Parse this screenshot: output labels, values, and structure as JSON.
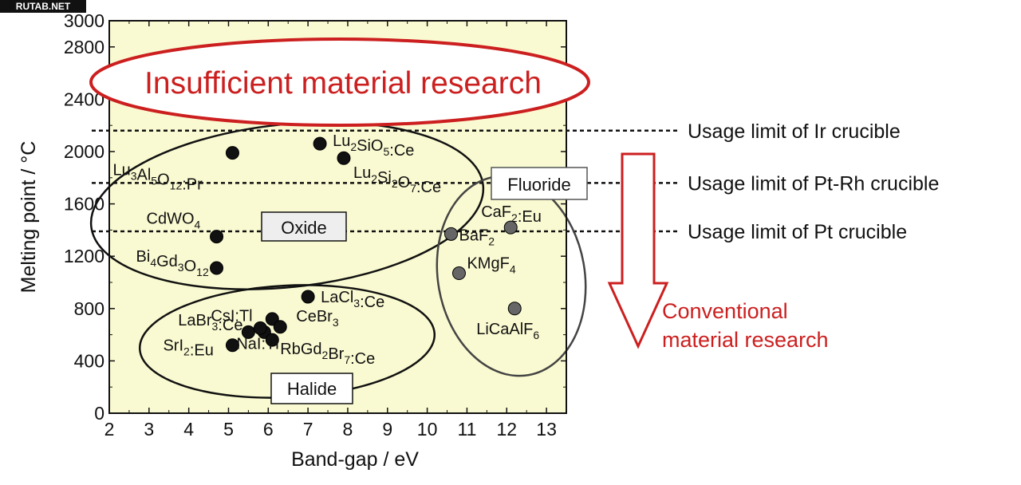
{
  "watermark": "RUTAB.NET",
  "chart_data": {
    "type": "scatter",
    "xlabel": "Band-gap / eV",
    "ylabel": "Melting point / °C",
    "xlim": [
      2,
      13.5
    ],
    "ylim": [
      0,
      3000
    ],
    "xticks": [
      2,
      3,
      4,
      5,
      6,
      7,
      8,
      9,
      10,
      11,
      12,
      13
    ],
    "yticks": [
      0,
      400,
      800,
      1200,
      1600,
      2000,
      2400,
      2800,
      3000
    ],
    "grid": false,
    "series": [
      {
        "name": "Oxide",
        "color": "#111111",
        "points": [
          {
            "x": 5.1,
            "y": 1990,
            "label": "Lu3Al5O12:Pr"
          },
          {
            "x": 7.3,
            "y": 2060,
            "label": "Lu2SiO5:Ce"
          },
          {
            "x": 7.9,
            "y": 1950,
            "label": "Lu2Si2O7:Ce"
          },
          {
            "x": 4.7,
            "y": 1350,
            "label": "CdWO4"
          },
          {
            "x": 4.7,
            "y": 1110,
            "label": "Bi4Gd3O12"
          }
        ]
      },
      {
        "name": "Halide",
        "color": "#111111",
        "points": [
          {
            "x": 7.0,
            "y": 890,
            "label": "LaCl3:Ce"
          },
          {
            "x": 6.1,
            "y": 720,
            "label": "LaBr3:Ce"
          },
          {
            "x": 5.5,
            "y": 620,
            "label": "CsI:Tl"
          },
          {
            "x": 6.3,
            "y": 660,
            "label": "CeBr3"
          },
          {
            "x": 5.9,
            "y": 620,
            "label": ""
          },
          {
            "x": 6.1,
            "y": 560,
            "label": "RbGd2Br7:Ce"
          },
          {
            "x": 5.1,
            "y": 520,
            "label": "SrI2:Eu"
          },
          {
            "x": 5.8,
            "y": 650,
            "label": "NaI:Tl"
          }
        ]
      },
      {
        "name": "Fluoride",
        "color": "#666666",
        "points": [
          {
            "x": 12.1,
            "y": 1420,
            "label": "CaF2:Eu"
          },
          {
            "x": 10.6,
            "y": 1370,
            "label": "BaF2"
          },
          {
            "x": 10.8,
            "y": 1070,
            "label": "KMgF4"
          },
          {
            "x": 12.2,
            "y": 800,
            "label": "LiCaAlF6"
          }
        ]
      }
    ],
    "reference_lines": [
      {
        "y": 2160,
        "label": "Usage limit of Ir crucible",
        "style": "dotted"
      },
      {
        "y": 1760,
        "label": "Usage limit of Pt-Rh crucible",
        "style": "dotted"
      },
      {
        "y": 1390,
        "label": "Usage limit of Pt crucible",
        "style": "dotted"
      }
    ],
    "group_labels": [
      "Oxide",
      "Halide",
      "Fluoride"
    ],
    "annotations": {
      "insufficient": "Insufficient material research",
      "conventional_line1": "Conventional",
      "conventional_line2": "material research"
    },
    "colors": {
      "plot_bg": "#fafad2",
      "accent_red": "#cc1f1f",
      "fluoride_marker": "#666666",
      "marker": "#111111"
    }
  }
}
